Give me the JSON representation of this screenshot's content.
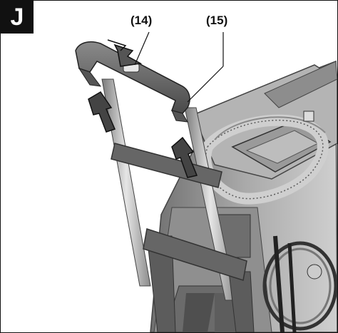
{
  "figure": {
    "label": "J",
    "callouts": [
      "(14)",
      "(15)"
    ]
  }
}
